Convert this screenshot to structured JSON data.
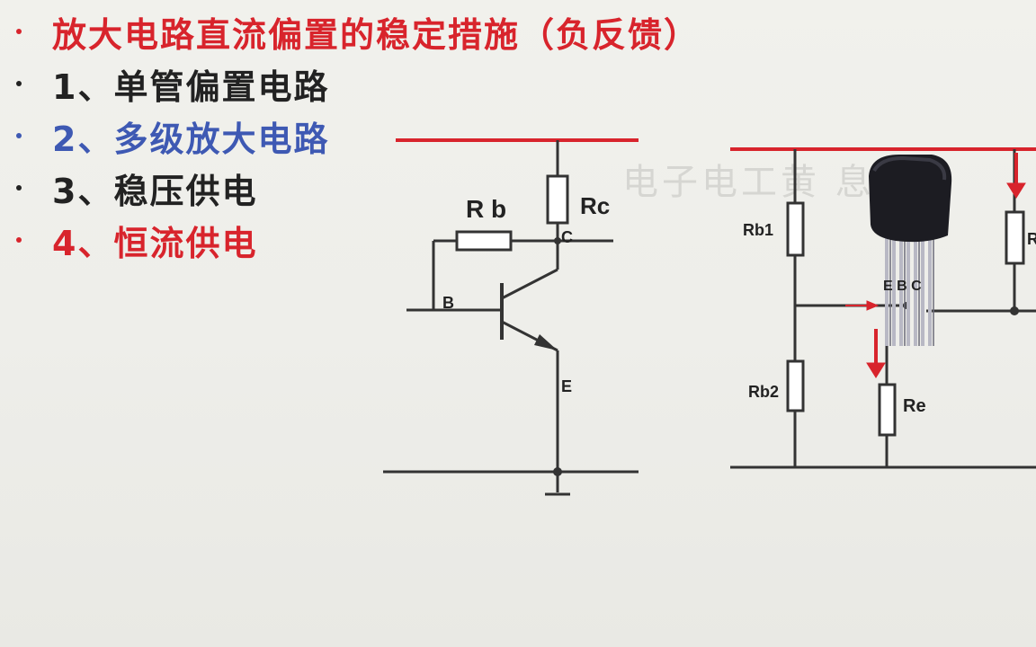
{
  "slide": {
    "items": [
      {
        "text": "放大电路直流偏置的稳定措施（负反馈）",
        "color": "#d8242c"
      },
      {
        "text": "1、单管偏置电路",
        "color": "#222222"
      },
      {
        "text": "2、多级放大电路",
        "color": "#3e59b3"
      },
      {
        "text": "3、稳压供电",
        "color": "#222222"
      },
      {
        "text": "4、恒流供电",
        "color": "#d8242c"
      }
    ],
    "watermark": "电子电工黄 息"
  },
  "circuit1": {
    "rb_label": "R b",
    "rc_label": "Rc",
    "c_label": "C",
    "b_label": "B",
    "e_label": "E"
  },
  "circuit2": {
    "rb1_label": "Rb1",
    "rb2_label": "Rb2",
    "re_label": "Re",
    "pins_label": "E B C",
    "r_right_label": "R"
  },
  "colors": {
    "supply_rail": "#d8242c",
    "wire": "#333333",
    "arrow": "#d8242c"
  }
}
